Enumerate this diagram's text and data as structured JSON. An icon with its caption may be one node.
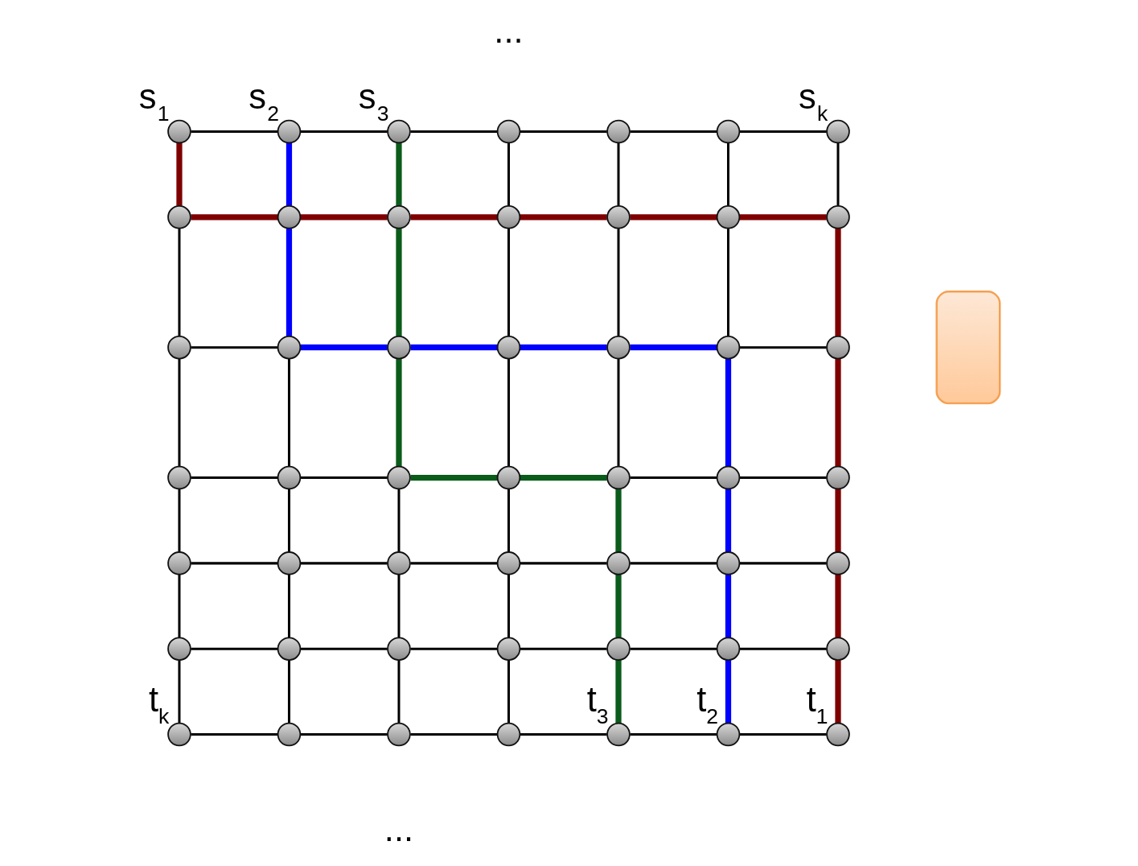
{
  "diagram": {
    "nodes": [
      {
        "text": [],
        "shape": "circle",
        "beside": [
          "s$_{1}$"
        ]
      },
      {
        "text": [],
        "shape": "circle",
        "beside": [
          "s$_{2}$"
        ]
      },
      {
        "text": [],
        "shape": "circle",
        "beside": [
          "s$_{3}$"
        ]
      },
      {
        "text": [],
        "shape": "circle"
      },
      {
        "text": [],
        "shape": "circle"
      },
      {
        "text": [],
        "shape": "circle"
      },
      {
        "text": [],
        "shape": "circle",
        "beside": [
          "s$_{k}$"
        ]
      },
      {
        "text": [],
        "shape": "circle"
      },
      {
        "text": [],
        "shape": "circle"
      },
      {
        "text": [],
        "shape": "circle"
      },
      {
        "text": [],
        "shape": "circle"
      },
      {
        "text": [],
        "shape": "circle"
      },
      {
        "text": [],
        "shape": "circle"
      },
      {
        "text": [],
        "shape": "circle"
      },
      {
        "text": [],
        "shape": "circle"
      },
      {
        "text": [],
        "shape": "circle"
      },
      {
        "text": [],
        "shape": "circle"
      },
      {
        "text": [],
        "shape": "circle"
      },
      {
        "text": [],
        "shape": "circle"
      },
      {
        "text": [],
        "shape": "circle"
      },
      {
        "text": [],
        "shape": "circle"
      },
      {
        "text": [],
        "shape": "circle"
      },
      {
        "text": [],
        "shape": "circle"
      },
      {
        "text": [],
        "shape": "circle"
      },
      {
        "text": [],
        "shape": "circle"
      },
      {
        "text": [],
        "shape": "circle"
      },
      {
        "text": [],
        "shape": "circle"
      },
      {
        "text": [],
        "shape": "circle"
      },
      {
        "text": [],
        "shape": "circle"
      },
      {
        "text": [],
        "shape": "circle"
      },
      {
        "text": [],
        "shape": "circle"
      },
      {
        "text": [],
        "shape": "circle"
      },
      {
        "text": [],
        "shape": "circle"
      },
      {
        "text": [],
        "shape": "circle"
      },
      {
        "text": [],
        "shape": "circle"
      },
      {
        "text": [],
        "shape": "circle"
      },
      {
        "text": [],
        "shape": "circle"
      },
      {
        "text": [],
        "shape": "circle"
      },
      {
        "text": [],
        "shape": "circle"
      },
      {
        "text": [],
        "shape": "circle"
      },
      {
        "text": [],
        "shape": "circle"
      },
      {
        "text": [],
        "shape": "circle"
      },
      {
        "text": [],
        "shape": "circle",
        "beside": [
          "t$_{k}$"
        ]
      },
      {
        "text": [],
        "shape": "circle"
      },
      {
        "text": [],
        "shape": "circle"
      },
      {
        "text": [],
        "shape": "circle"
      },
      {
        "text": [],
        "shape": "circle",
        "beside": [
          "t$_{3}$"
        ]
      },
      {
        "text": [],
        "shape": "circle",
        "beside": [
          "t$_{2}$"
        ]
      },
      {
        "text": [],
        "shape": "circle",
        "beside": [
          "t$_{1}$"
        ]
      },
      {
        "text": [],
        "shape": "box"
      }
    ],
    "edges": [
      {
        "from": 0,
        "to": 1,
        "arrow": "none"
      },
      {
        "from": 1,
        "to": 2,
        "arrow": "none"
      },
      {
        "from": 2,
        "to": 3,
        "arrow": "none"
      },
      {
        "from": 3,
        "to": 4,
        "arrow": "none"
      },
      {
        "from": 4,
        "to": 5,
        "arrow": "none"
      },
      {
        "from": 5,
        "to": 6,
        "arrow": "none"
      },
      {
        "from": 0,
        "to": 7,
        "arrow": "none",
        "style": "thick",
        "color": "#7f0000"
      },
      {
        "from": 1,
        "to": 8,
        "arrow": "none",
        "style": "thick",
        "color": "#0000ff"
      },
      {
        "from": 2,
        "to": 9,
        "arrow": "none",
        "style": "thick",
        "color": "#0b5b1b"
      },
      {
        "from": 3,
        "to": 10,
        "arrow": "none"
      },
      {
        "from": 4,
        "to": 11,
        "arrow": "none"
      },
      {
        "from": 5,
        "to": 12,
        "arrow": "none"
      },
      {
        "from": 6,
        "to": 13,
        "arrow": "none"
      },
      {
        "from": 7,
        "to": 8,
        "arrow": "none",
        "style": "thick",
        "color": "#7f0000"
      },
      {
        "from": 8,
        "to": 9,
        "arrow": "none",
        "style": "thick",
        "color": "#7f0000"
      },
      {
        "from": 9,
        "to": 10,
        "arrow": "none",
        "style": "thick",
        "color": "#7f0000"
      },
      {
        "from": 10,
        "to": 11,
        "arrow": "none",
        "style": "thick",
        "color": "#7f0000"
      },
      {
        "from": 11,
        "to": 12,
        "arrow": "none",
        "style": "thick",
        "color": "#7f0000"
      },
      {
        "from": 12,
        "to": 13,
        "arrow": "none",
        "style": "thick",
        "color": "#7f0000"
      },
      {
        "from": 7,
        "to": 14,
        "arrow": "none"
      },
      {
        "from": 8,
        "to": 15,
        "arrow": "none",
        "style": "thick",
        "color": "#0000ff"
      },
      {
        "from": 9,
        "to": 16,
        "arrow": "none",
        "style": "thick",
        "color": "#0b5b1b"
      },
      {
        "from": 10,
        "to": 17,
        "arrow": "none"
      },
      {
        "from": 11,
        "to": 18,
        "arrow": "none"
      },
      {
        "from": 12,
        "to": 19,
        "arrow": "none"
      },
      {
        "from": 13,
        "to": 20,
        "arrow": "none",
        "style": "thick",
        "color": "#7f0000"
      },
      {
        "from": 14,
        "to": 15,
        "arrow": "none"
      },
      {
        "from": 15,
        "to": 16,
        "arrow": "none",
        "style": "thick",
        "color": "#0000ff"
      },
      {
        "from": 16,
        "to": 17,
        "arrow": "none",
        "style": "thick",
        "color": "#0000ff"
      },
      {
        "from": 17,
        "to": 18,
        "arrow": "none",
        "style": "thick",
        "color": "#0000ff"
      },
      {
        "from": 18,
        "to": 19,
        "arrow": "none",
        "style": "thick",
        "color": "#0000ff"
      },
      {
        "from": 19,
        "to": 20,
        "arrow": "none"
      },
      {
        "from": 14,
        "to": 21,
        "arrow": "none"
      },
      {
        "from": 15,
        "to": 22,
        "arrow": "none"
      },
      {
        "from": 16,
        "to": 23,
        "arrow": "none",
        "style": "thick",
        "color": "#0b5b1b"
      },
      {
        "from": 17,
        "to": 24,
        "arrow": "none"
      },
      {
        "from": 18,
        "to": 25,
        "arrow": "none"
      },
      {
        "from": 19,
        "to": 26,
        "arrow": "none",
        "style": "thick",
        "color": "#0000ff"
      },
      {
        "from": 20,
        "to": 27,
        "arrow": "none",
        "style": "thick",
        "color": "#7f0000"
      },
      {
        "from": 21,
        "to": 22,
        "arrow": "none"
      },
      {
        "from": 22,
        "to": 23,
        "arrow": "none"
      },
      {
        "from": 23,
        "to": 24,
        "arrow": "none",
        "style": "thick",
        "color": "#0b5b1b"
      },
      {
        "from": 24,
        "to": 25,
        "arrow": "none",
        "style": "thick",
        "color": "#0b5b1b"
      },
      {
        "from": 25,
        "to": 26,
        "arrow": "none"
      },
      {
        "from": 26,
        "to": 27,
        "arrow": "none"
      },
      {
        "from": 21,
        "to": 28,
        "arrow": "none"
      },
      {
        "from": 22,
        "to": 29,
        "arrow": "none"
      },
      {
        "from": 23,
        "to": 30,
        "arrow": "none"
      },
      {
        "from": 24,
        "to": 31,
        "arrow": "none"
      },
      {
        "from": 25,
        "to": 32,
        "arrow": "none",
        "style": "thick",
        "color": "#0b5b1b"
      },
      {
        "from": 26,
        "to": 33,
        "arrow": "none",
        "style": "thick",
        "color": "#0000ff"
      },
      {
        "from": 27,
        "to": 34,
        "arrow": "none",
        "style": "thick",
        "color": "#7f0000"
      },
      {
        "from": 28,
        "to": 29,
        "arrow": "none"
      },
      {
        "from": 29,
        "to": 30,
        "arrow": "none"
      },
      {
        "from": 30,
        "to": 31,
        "arrow": "none"
      },
      {
        "from": 31,
        "to": 32,
        "arrow": "none"
      },
      {
        "from": 32,
        "to": 33,
        "arrow": "none"
      },
      {
        "from": 33,
        "to": 34,
        "arrow": "none"
      },
      {
        "from": 28,
        "to": 35,
        "arrow": "none"
      },
      {
        "from": 29,
        "to": 36,
        "arrow": "none"
      },
      {
        "from": 30,
        "to": 37,
        "arrow": "none"
      },
      {
        "from": 31,
        "to": 38,
        "arrow": "none"
      },
      {
        "from": 32,
        "to": 39,
        "arrow": "none",
        "style": "thick",
        "color": "#0b5b1b"
      },
      {
        "from": 33,
        "to": 40,
        "arrow": "none",
        "style": "thick",
        "color": "#0000ff"
      },
      {
        "from": 34,
        "to": 41,
        "arrow": "none",
        "style": "thick",
        "color": "#7f0000"
      },
      {
        "from": 35,
        "to": 36,
        "arrow": "none"
      },
      {
        "from": 36,
        "to": 37,
        "arrow": "none"
      },
      {
        "from": 37,
        "to": 38,
        "arrow": "none"
      },
      {
        "from": 38,
        "to": 39,
        "arrow": "none"
      },
      {
        "from": 39,
        "to": 40,
        "arrow": "none"
      },
      {
        "from": 40,
        "to": 41,
        "arrow": "none"
      },
      {
        "from": 35,
        "to": 42,
        "arrow": "none"
      },
      {
        "from": 36,
        "to": 43,
        "arrow": "none"
      },
      {
        "from": 37,
        "to": 44,
        "arrow": "none"
      },
      {
        "from": 38,
        "to": 45,
        "arrow": "none"
      },
      {
        "from": 39,
        "to": 46,
        "arrow": "none",
        "style": "thick",
        "color": "#0b5b1b"
      },
      {
        "from": 40,
        "to": 47,
        "arrow": "none",
        "style": "thick",
        "color": "#0000ff"
      },
      {
        "from": 41,
        "to": 48,
        "arrow": "none",
        "style": "thick",
        "color": "#7f0000"
      },
      {
        "from": 42,
        "to": 43,
        "arrow": "none"
      },
      {
        "from": 43,
        "to": 44,
        "arrow": "none"
      },
      {
        "from": 44,
        "to": 45,
        "arrow": "none"
      },
      {
        "from": 45,
        "to": 46,
        "arrow": "none"
      },
      {
        "from": 46,
        "to": 47,
        "arrow": "none"
      },
      {
        "from": 47,
        "to": 48,
        "arrow": "none"
      }
    ],
    "labels": [
      "...",
      "..."
    ]
  }
}
